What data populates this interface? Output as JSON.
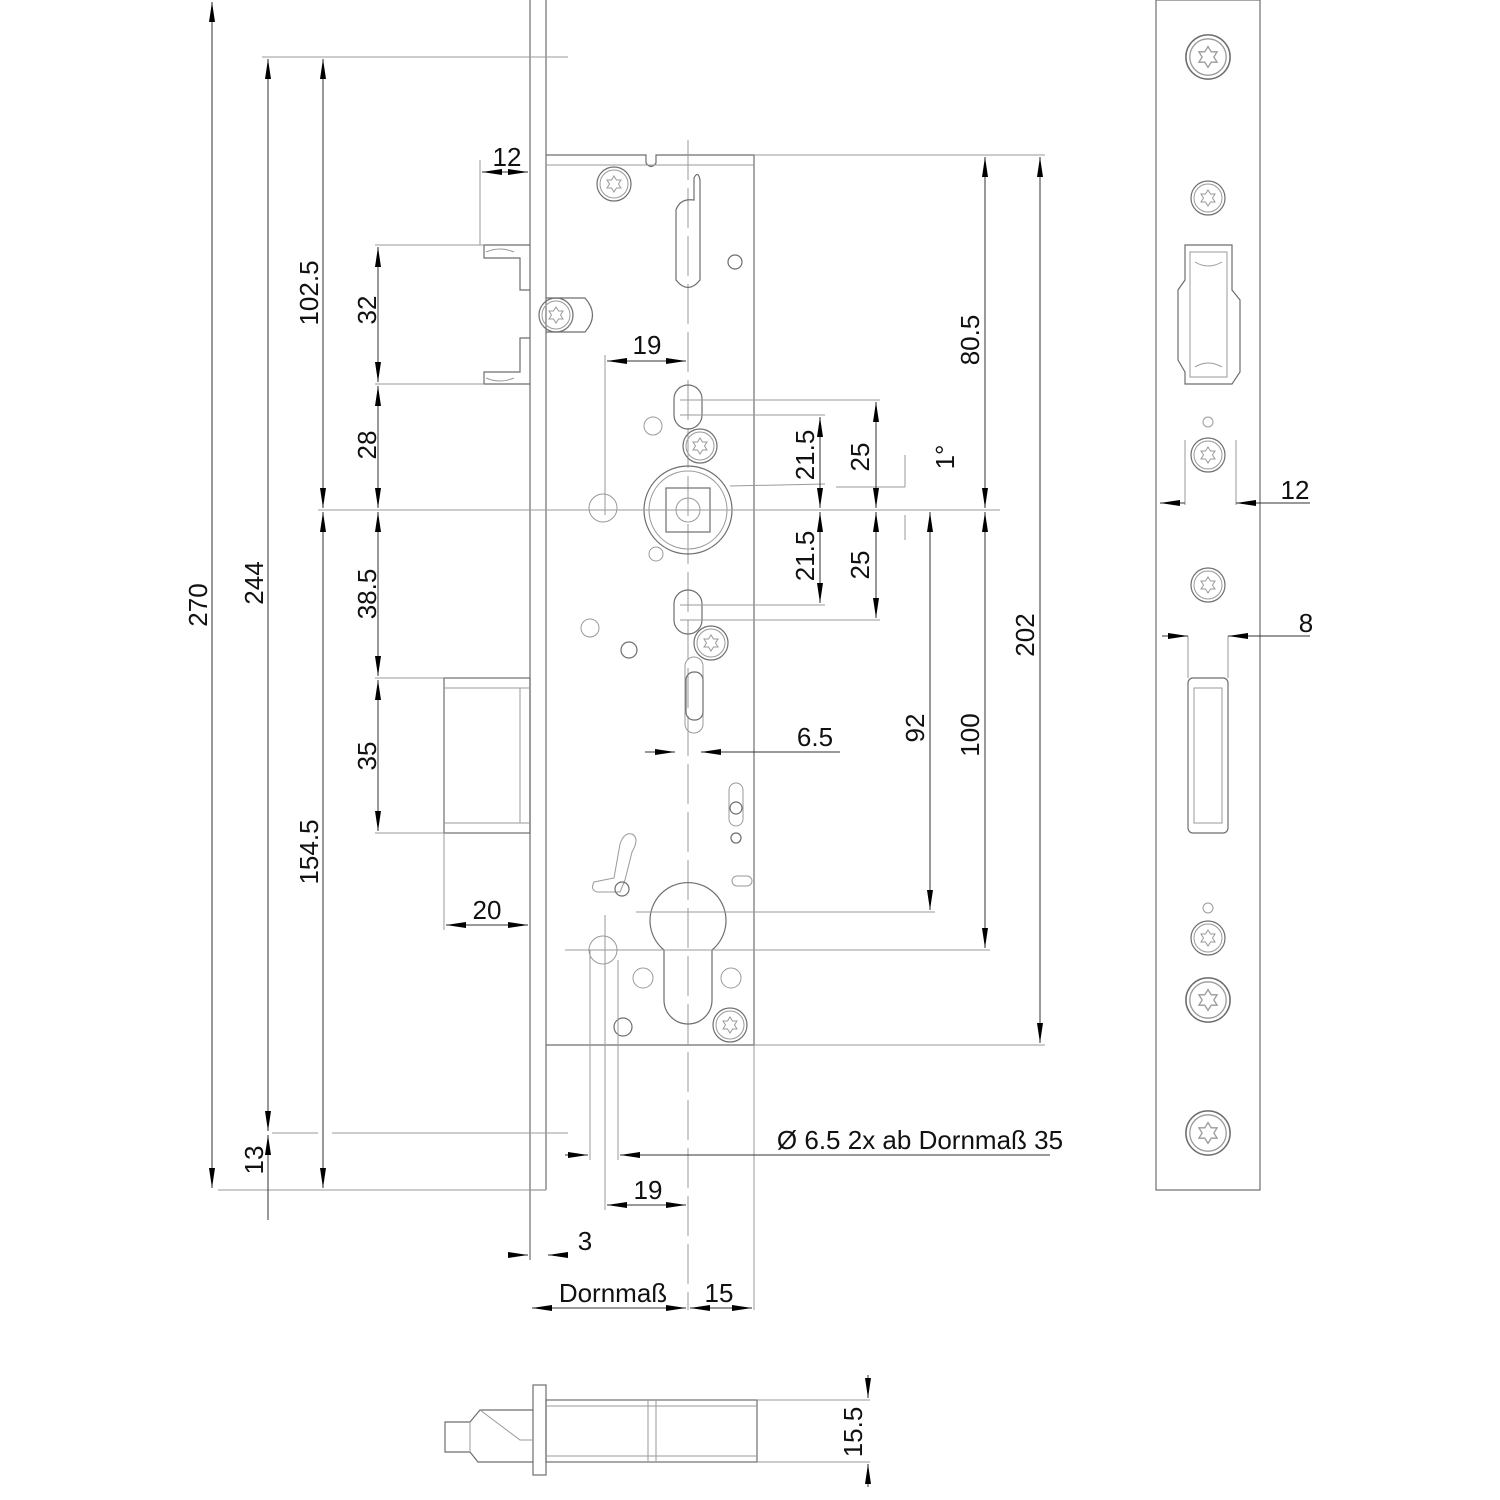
{
  "drawing": {
    "title": "Mortise lock dimension drawing",
    "dims_left": {
      "d270": "270",
      "d244": "244",
      "d13": "13",
      "d102_5": "102.5",
      "d154_5": "154.5",
      "d32": "32",
      "d28": "28",
      "d38_5": "38.5",
      "d35": "35",
      "d12": "12",
      "d20": "20"
    },
    "dims_center": {
      "d19_top": "19",
      "d21_5_a": "21.5",
      "d21_5_b": "21.5",
      "d25_a": "25",
      "d25_b": "25",
      "angle": "1°",
      "d6_5": "6.5",
      "d19_bottom": "19",
      "d3": "3",
      "dornmass": "Dornmaß",
      "d15": "15",
      "note": "Ø  6.5 2x ab Dornmaß 35"
    },
    "dims_right": {
      "d80_5": "80.5",
      "d202": "202",
      "d100": "100",
      "d92": "92",
      "d12": "12",
      "d8": "8"
    },
    "dims_bottom": {
      "d15_5": "15.5"
    }
  }
}
